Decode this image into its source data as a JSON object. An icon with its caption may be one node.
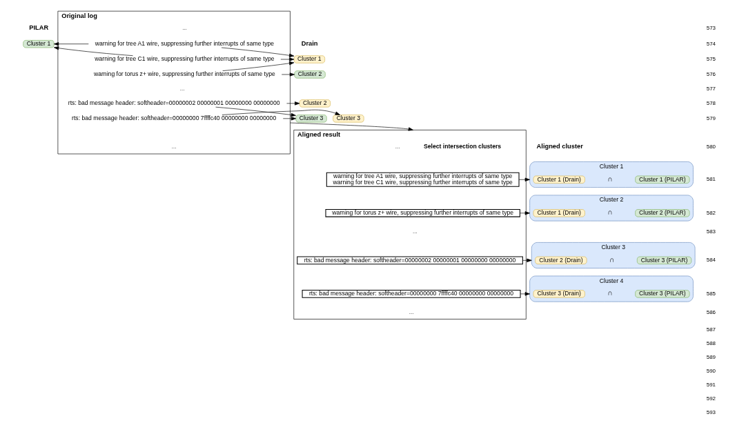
{
  "diagram": {
    "nodes": [
      {
        "text": [
          "Original log"
        ]
      },
      {
        "text": [
          "warning for tree A1 wire, suppressing further interrupts of same type"
        ],
        "in": 0
      },
      {
        "text": [
          "warning for tree C1 wire, suppressing further interrupts of same type"
        ],
        "in": 0
      },
      {
        "text": [
          "warning for torus z+ wire, suppressing further interrupts of same type"
        ],
        "in": 0
      },
      {
        "text": [
          "rts: bad message header: softheader=00000002 00000001 00000000 00000000"
        ],
        "in": 0
      },
      {
        "text": [
          "rts: bad message header: softheader=00000000 7ffffc40 00000000 00000000"
        ],
        "in": 0
      },
      {
        "text": [
          "Cluster 1"
        ]
      },
      {
        "text": [
          "Cluster 2"
        ]
      },
      {
        "text": [
          "Cluster 3"
        ]
      },
      {
        "text": [
          "Cluster 1"
        ]
      },
      {
        "text": [
          "Cluster 2"
        ]
      },
      {
        "text": [
          "Cluster 3"
        ]
      },
      {
        "text": [
          "Aligned result"
        ]
      },
      {
        "text": [
          "warning for tree A1 wire, suppressing further interrupts of same type",
          "warning for tree C1 wire, suppressing further interrupts of same type"
        ],
        "in": 12
      },
      {
        "text": [
          "warning for torus z+ wire, suppressing further interrupts of same type"
        ],
        "in": 12
      },
      {
        "text": [
          "rts: bad message header: softheader=00000002 00000001 00000000 00000000"
        ],
        "in": 12
      },
      {
        "text": [
          "rts: bad message header: softheader=00000000 7ffffc40 00000000 00000000"
        ],
        "in": 12
      },
      {
        "text": [
          "Cluster 1"
        ]
      },
      {
        "text": [
          "Cluster 1 (Drain)"
        ],
        "in": 17
      },
      {
        "text": [
          "Cluster 1 (PILAR)"
        ],
        "in": 17
      },
      {
        "text": [
          "Cluster 2"
        ]
      },
      {
        "text": [
          "Cluster 1 (Drain)"
        ],
        "in": 20
      },
      {
        "text": [
          "Cluster 2 (PILAR)"
        ],
        "in": 20
      },
      {
        "text": [
          "Cluster 3"
        ]
      },
      {
        "text": [
          "Cluster 2 (Drain)"
        ],
        "in": 23
      },
      {
        "text": [
          "Cluster 3 (PILAR)"
        ],
        "in": 23
      },
      {
        "text": [
          "Cluster 4"
        ]
      },
      {
        "text": [
          "Cluster 3 (Drain)"
        ],
        "in": 26
      },
      {
        "text": [
          "Cluster 3 (PILAR)"
        ],
        "in": 26
      }
    ],
    "edges": [
      {
        "from": 1,
        "to": 6,
        "arrow": "to"
      },
      {
        "from": 2,
        "to": 6,
        "arrow": "to"
      },
      {
        "from": 3,
        "to": 6,
        "arrow": "to"
      },
      {
        "from": 4,
        "to": 7,
        "arrow": "to"
      },
      {
        "from": 5,
        "to": 8,
        "arrow": "to"
      },
      {
        "from": 1,
        "to": 9,
        "arrow": "to"
      },
      {
        "from": 2,
        "to": 9,
        "arrow": "to"
      },
      {
        "from": 3,
        "to": 10,
        "arrow": "to"
      },
      {
        "from": 4,
        "to": 11,
        "arrow": "to"
      },
      {
        "from": 5,
        "to": 11,
        "arrow": "to"
      },
      {
        "from": 0,
        "to": 12,
        "arrow": "to",
        "label": "Select intersection clusters"
      },
      {
        "from": 13,
        "to": 17,
        "arrow": "to"
      },
      {
        "from": 14,
        "to": 20,
        "arrow": "to"
      },
      {
        "from": 15,
        "to": 23,
        "arrow": "to"
      },
      {
        "from": 16,
        "to": 26,
        "arrow": "to"
      }
    ],
    "labels": [
      "573",
      "574",
      "575",
      "576",
      "577",
      "578",
      "579",
      "580",
      "581",
      "582",
      "583",
      "584",
      "585",
      "586",
      "587",
      "588",
      "589",
      "590",
      "591",
      "592",
      "593",
      "Drain",
      "PILAR",
      "...",
      "...",
      "...",
      "Aligned cluster",
      "∩",
      "∩",
      "∩",
      "∩",
      "...",
      "...",
      "..."
    ]
  }
}
